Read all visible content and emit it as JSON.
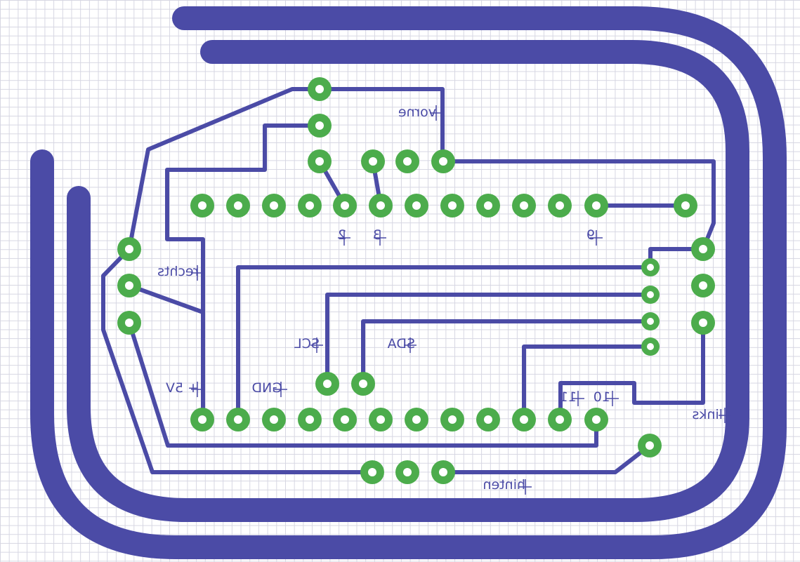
{
  "board": {
    "trace_color": "#4b4ba6",
    "pad_color": "#4cac4c",
    "drill_color": "#ffffff",
    "grid_color": "#d6d6e2"
  },
  "labels": {
    "vorne": "vorne",
    "rechts": "rechts",
    "links": "links",
    "hinten": "hinten",
    "scl": "SCL",
    "sda": "SDA",
    "gnd": "GND",
    "v5": "+ 5V",
    "pin2": "2",
    "pin3": "3",
    "pin9": "9",
    "pin10": "10",
    "pin11": "11"
  }
}
